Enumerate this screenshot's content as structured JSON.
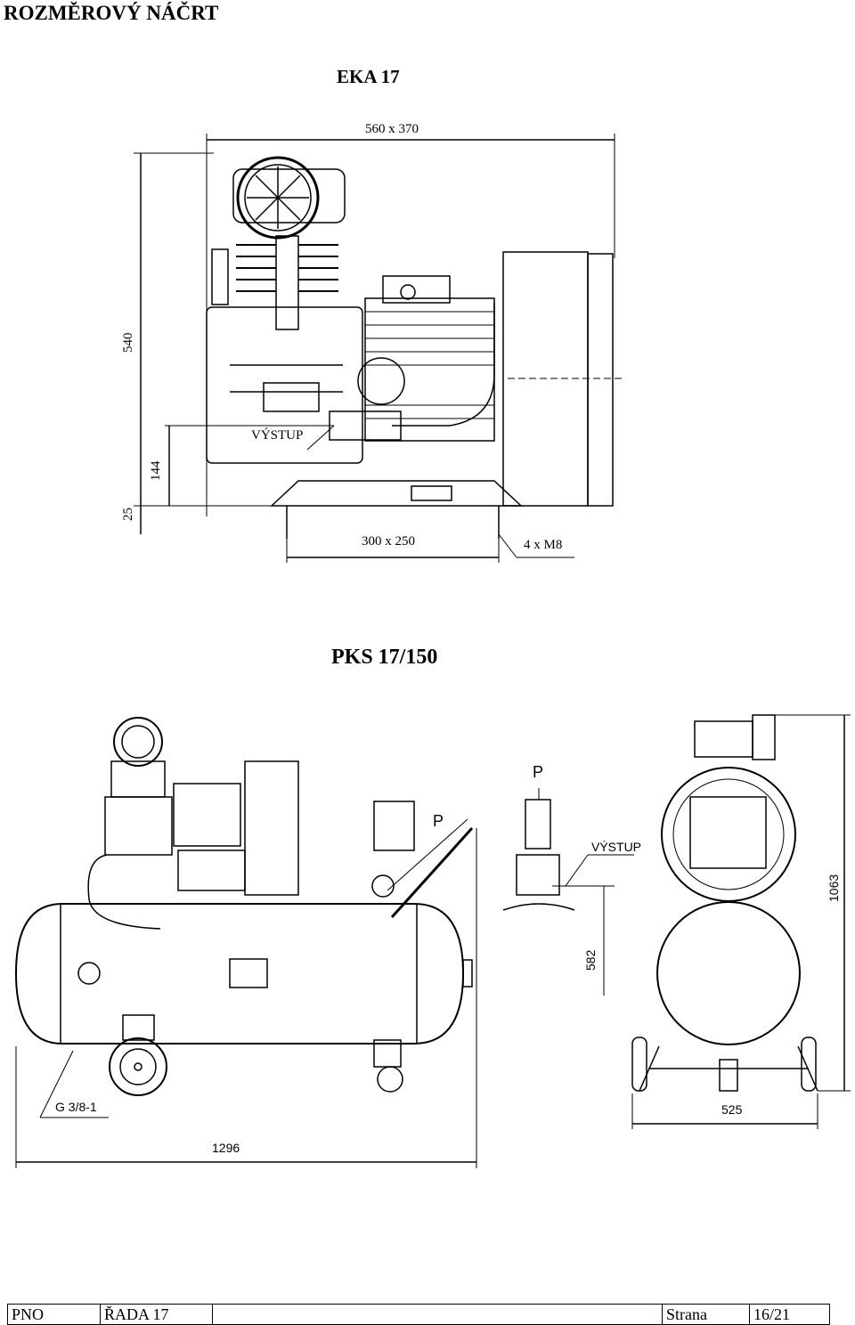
{
  "page": {
    "title": "ROZMĚROVÝ NÁČRT"
  },
  "section1": {
    "title": "EKA 17",
    "dims": {
      "overall": "560 x 370",
      "height": "540",
      "outlet_height": "144",
      "base": "25",
      "footprint": "300 x 250",
      "bolts": "4 x M8",
      "outlet": "VÝSTUP"
    }
  },
  "section2": {
    "title": "PKS 17/150",
    "dims": {
      "length": "1296",
      "width": "525",
      "height": "1063",
      "outlet_height": "582",
      "drain": "G 3/8-1",
      "p1": "P",
      "p2": "P",
      "outlet": "VÝSTUP"
    }
  },
  "footer": {
    "col1": "PNO",
    "col2": "ŘADA 17",
    "col3": "",
    "col4": "Strana",
    "col5": "16/21"
  }
}
